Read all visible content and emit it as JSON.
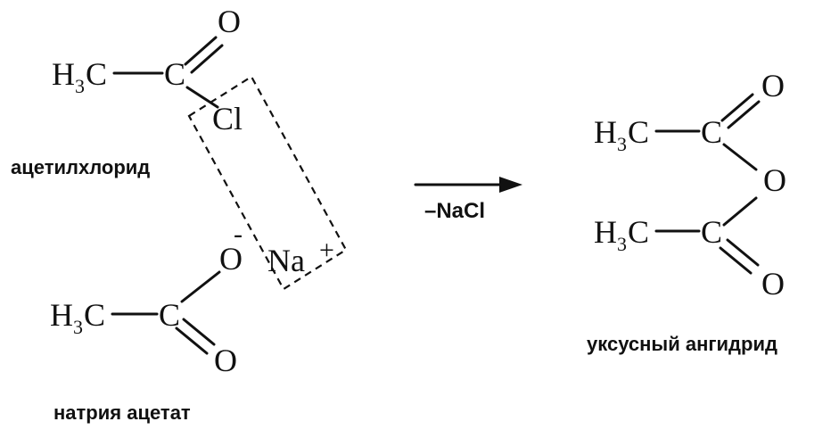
{
  "reactant1": {
    "ch3": "H",
    "ch3_sub": "3",
    "ch3_c": "C",
    "carbon": "C",
    "oxygen": "O",
    "chlorine": "Cl",
    "name": "ацетилхлорид"
  },
  "reactant2": {
    "ch3": "H",
    "ch3_sub": "3",
    "ch3_c": "C",
    "carbon": "C",
    "oxygen_dbl": "O",
    "oxygen_neg": "O",
    "minus": "-",
    "sodium": "Na",
    "plus": "+",
    "name": "натрия ацетат"
  },
  "arrow": {
    "reagent": "–NaCl"
  },
  "product": {
    "top_ch3": "H",
    "top_ch3_sub": "3",
    "top_ch3_c": "C",
    "top_carbon": "C",
    "top_oxygen": "O",
    "bridge_oxygen": "O",
    "bottom_ch3": "H",
    "bottom_ch3_sub": "3",
    "bottom_ch3_c": "C",
    "bottom_carbon": "C",
    "bottom_oxygen": "O",
    "name": "уксусный ангидрид"
  },
  "colors": {
    "ink": "#111111",
    "background": "#ffffff"
  }
}
